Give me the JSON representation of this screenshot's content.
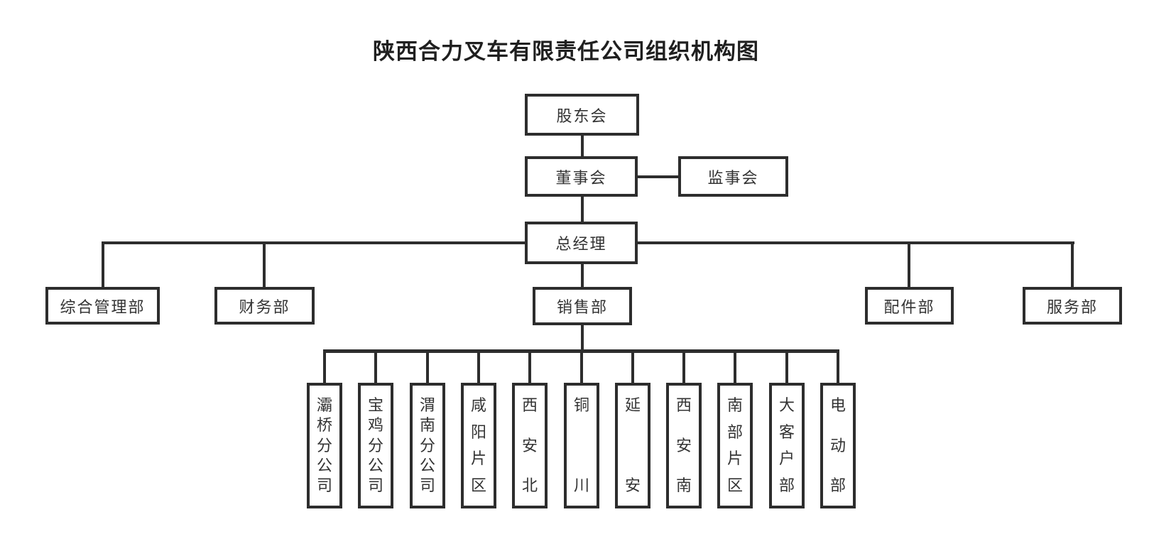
{
  "title": "陕西合力叉车有限责任公司组织机构图",
  "nodes": {
    "shareholders": "股东会",
    "board": "董事会",
    "supervisory": "监事会",
    "general_manager": "总经理"
  },
  "departments": [
    "综合管理部",
    "财务部",
    "销售部",
    "配件部",
    "服务部"
  ],
  "sales_units": [
    "灞桥分公司",
    "宝鸡分公司",
    "渭南分公司",
    "咸阳片区",
    "西安北",
    "铜川",
    "延安",
    "西安南",
    "南部片区",
    "大客户部",
    "电动部"
  ],
  "colors": {
    "line": "#2d2d2d",
    "text": "#333333",
    "title": "#1f1f1f",
    "background": "#ffffff"
  }
}
